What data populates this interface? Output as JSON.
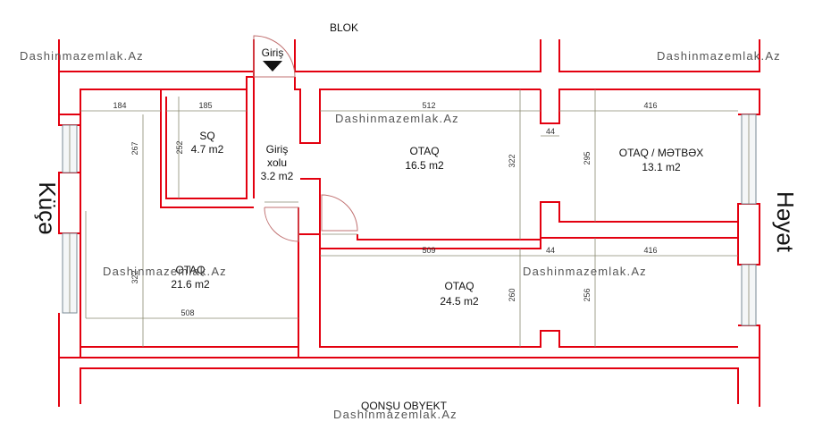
{
  "labels": {
    "top_side": "BLOK",
    "bottom_side": "QONŞU OBYEKT",
    "left_side": "Küçə",
    "right_side": "Həyət",
    "entrance": "Giriş"
  },
  "watermark": "Dashinmazemlak.Az",
  "rooms": {
    "bathroom": {
      "name": "SQ",
      "area": "4.7 m2"
    },
    "hall": {
      "name_line1": "Giriş",
      "name_line2": "xolu",
      "area": "3.2 m2"
    },
    "room_center": {
      "name": "OTAQ",
      "area": "16.5 m2"
    },
    "room_kitchen": {
      "name": "OTAQ / MƏTBƏX",
      "area": "13.1 m2"
    },
    "room_left": {
      "name": "OTAQ",
      "area": "21.6 m2"
    },
    "room_bottom": {
      "name": "OTAQ",
      "area": "24.5 m2"
    }
  },
  "dimensions": {
    "d184": "184",
    "d185": "185",
    "d512": "512",
    "d416_top": "416",
    "d44_top": "44",
    "d267": "267",
    "d252": "252",
    "d322": "322",
    "d295": "295",
    "d509": "509",
    "d44_bottom": "44",
    "d416_bottom": "416",
    "d322_left": "322",
    "d508": "508",
    "d260": "260",
    "d256": "256"
  },
  "colors": {
    "wall": "#e3000f",
    "dimension_line": "#8a8a70",
    "window": "#7a8a96"
  }
}
